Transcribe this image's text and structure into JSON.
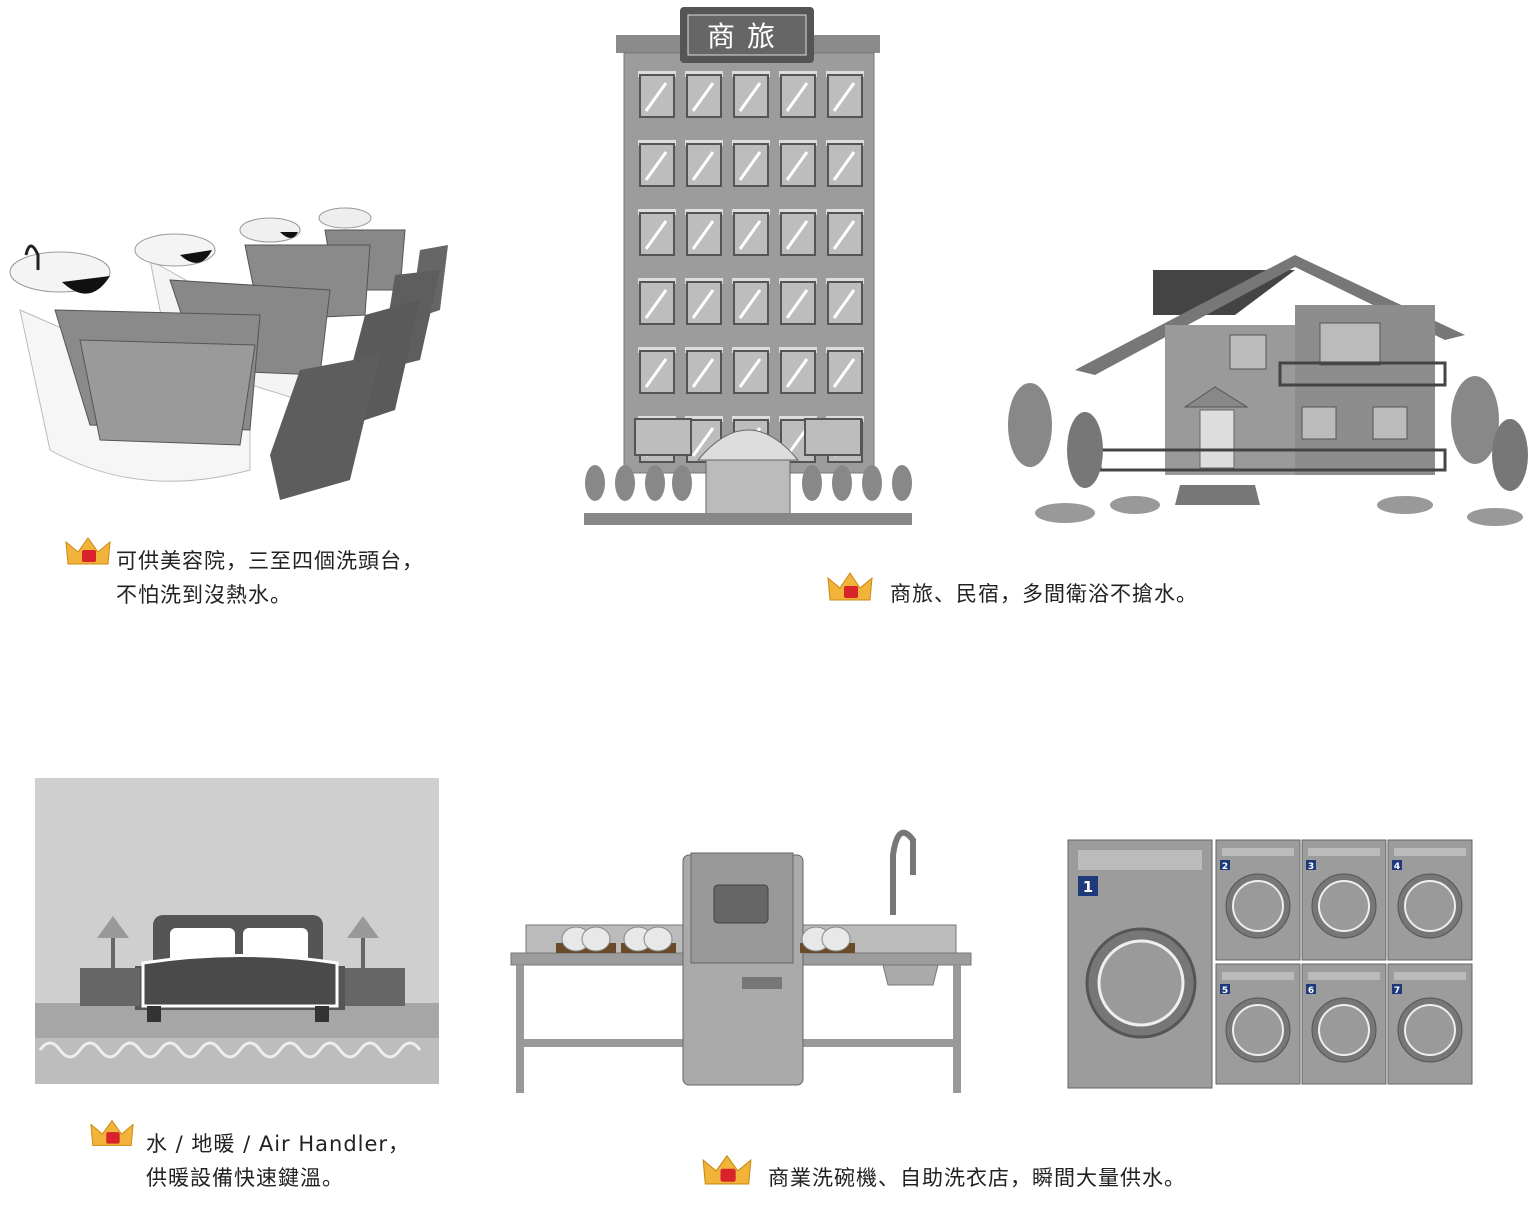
{
  "hotel_sign": "商旅",
  "captions": {
    "salon": {
      "line1": "可供美容院，三至四個洗頭台，",
      "line2": "不怕洗到沒熱水。"
    },
    "hotel": {
      "line1": "商旅、民宿，多間衛浴不搶水。"
    },
    "heating": {
      "line1": "水 / 地暖 / Air Handler，",
      "line2": "供暖設備快速鍵溫。"
    },
    "commercial": {
      "line1": "商業洗碗機、自助洗衣店，瞬間大量供水。"
    }
  },
  "washer_numbers": [
    "1",
    "2",
    "3",
    "4",
    "5",
    "6",
    "7"
  ],
  "colors": {
    "crown_gold": "#f2b33a",
    "crown_badge": "#d8232a",
    "washer_badge": "#1f3a7a"
  }
}
